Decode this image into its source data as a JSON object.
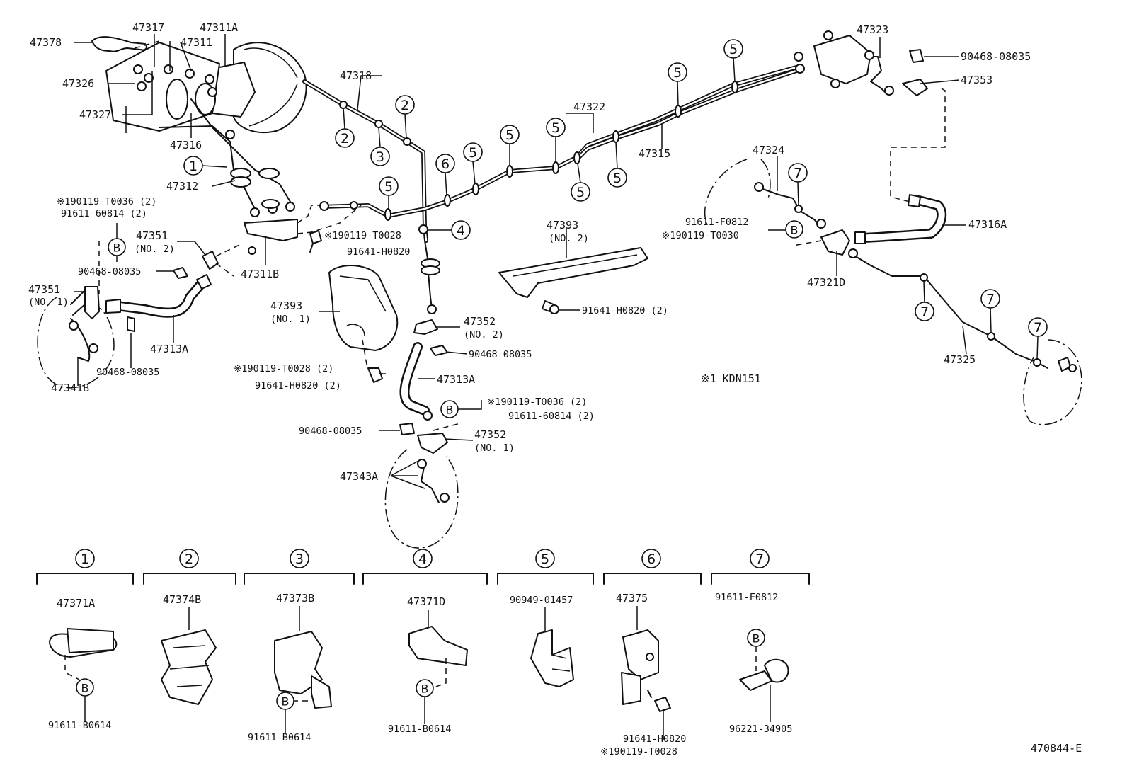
{
  "diagram": {
    "part_labels": {
      "p47378": "47378",
      "p47317": "47317",
      "p47311A": "47311A",
      "p47311": "47311",
      "p47326": "47326",
      "p47327": "47327",
      "p47316": "47316",
      "p47312": "47312",
      "p47318": "47318",
      "p47322": "47322",
      "p47315": "47315",
      "p47323": "47323",
      "p90468_tr": "90468-08035",
      "p47353": "47353",
      "p47324": "47324",
      "p91611_F0812_mid": "91611-F0812",
      "p90119_T0030": "※190119-T0030",
      "p47316A": "47316A",
      "p47321D": "47321D",
      "p47325": "47325",
      "kdn": "※1 KDN151",
      "p90119_T0036_top": "※190119-T0036 (2)",
      "p91611_60814_top": "91611-60814 (2)",
      "p47351_no2": "47351",
      "p47351_no2_sub": "(NO. 2)",
      "p90468_left1": "90468-08035",
      "p47351_no1": "47351",
      "p47351_no1_sub": "(NO. 1)",
      "p90468_left2": "90468-08035",
      "p47341B": "47341B",
      "p47313A_left": "47313A",
      "p47311B": "47311B",
      "p90119_T0028_mid": "※190119-T0028",
      "p91641_H0820_mid": "91641-H0820",
      "p47393_no1": "47393",
      "p47393_no1_sub": "(NO. 1)",
      "p47393_no2": "47393",
      "p47393_no2_sub": "(NO. 2)",
      "p91641_H0820_2": "91641-H0820 (2)",
      "p47352_no2": "47352",
      "p47352_no2_sub": "(NO. 2)",
      "p90468_mid": "90468-08035",
      "p90119_T0028_2": "※190119-T0028 (2)",
      "p91641_H0820_2b": "91641-H0820 (2)",
      "p47313A_mid": "47313A",
      "p90119_T0036_mid": "※190119-T0036 (2)",
      "p91611_60814_mid": "91611-60814 (2)",
      "p90468_low": "90468-08035",
      "p47352_no1": "47352",
      "p47352_no1_sub": "(NO. 1)",
      "p47343A": "47343A",
      "ref": "470844-E"
    },
    "callouts": {
      "c1": "1",
      "c2": "2",
      "c3": "3",
      "c4": "4",
      "c5": "5",
      "c6": "6",
      "c7": "7"
    },
    "marker_b": "B",
    "legend": [
      {
        "index": "1",
        "part": "47371A",
        "bottom": "91611-B0614"
      },
      {
        "index": "2",
        "part": "47374B",
        "bottom": ""
      },
      {
        "index": "3",
        "part": "47373B",
        "bottom": "91611-B0614"
      },
      {
        "index": "4",
        "part": "47371D",
        "bottom": "91611-B0614"
      },
      {
        "index": "5",
        "part": "90949-01457",
        "bottom": ""
      },
      {
        "index": "6",
        "part": "47375",
        "bottom": "91641-H0820",
        "bottom2": "※190119-T0028"
      },
      {
        "index": "7",
        "part": "91611-F0812",
        "bottom": "96221-34905"
      }
    ]
  }
}
